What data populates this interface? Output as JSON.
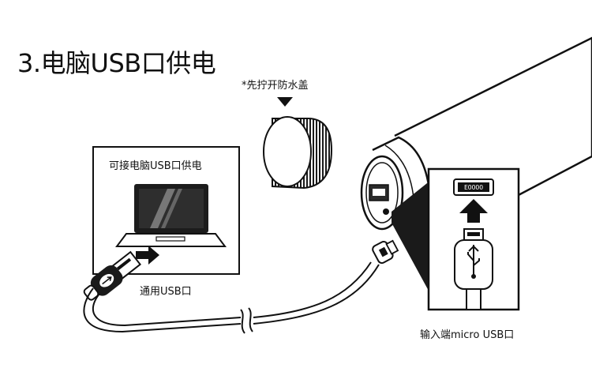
{
  "title": "3.电脑USB口供电",
  "labels": {
    "cap_note": "*先拧开防水盖",
    "computer_power": "可接电脑USB口供电",
    "usb_port": "通用USB口",
    "micro_input": "输入端micro USB口",
    "micro_port_text": "EOOOO"
  }
}
